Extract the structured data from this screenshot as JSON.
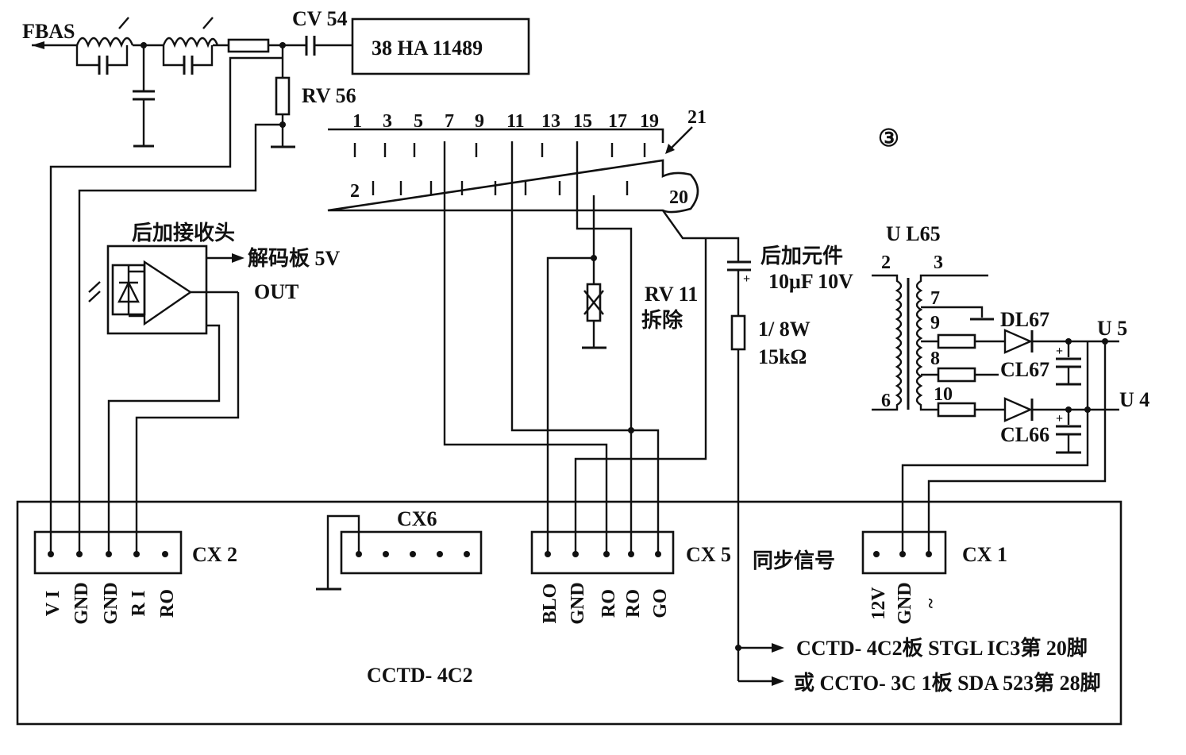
{
  "labels": {
    "fbas": "FBAS",
    "cv54": "CV 54",
    "ha_chip": "38  HA 11489",
    "rv56": "RV 56",
    "circle_num": "③",
    "scart_top_pins": [
      "1",
      "3",
      "5",
      "7",
      "9",
      "11",
      "13",
      "15",
      "17",
      "19"
    ],
    "scart_pin21": "21",
    "scart_pin2": "2",
    "scart_pin20": "20",
    "receiver_title": "后加接收头",
    "decoder_5v": "解码板 5V",
    "out": "OUT",
    "rv11": "RV 11",
    "rv11_removed": "拆除",
    "added_parts": "后加元件",
    "cap_value": "10μF 10V",
    "res_power": "1/  8W",
    "res_value": "15kΩ",
    "ul65": "U L65",
    "ul65_pins": {
      "p2": "2",
      "p3": "3",
      "p7": "7",
      "p9": "9",
      "p8": "8",
      "p10": "10",
      "p6": "6"
    },
    "dl67": "DL67",
    "cl67": "CL67",
    "cl66": "CL66",
    "u5": "U 5",
    "u4": "U 4",
    "cx2": "CX 2",
    "cx6": "CX6",
    "cx5": "CX 5",
    "cx1": "CX 1",
    "sync_signal": "同步信号",
    "board": "CCTD- 4C2",
    "dest1": "CCTD- 4C2板 STGL  IC3第 20脚",
    "dest2": "或 CCTO- 3C 1板 SDA 523第 28脚"
  },
  "cx2_pins": [
    "V I",
    "GND",
    "GND",
    "R I",
    "RO"
  ],
  "cx5_pins": [
    "BLO",
    "GND",
    "RO",
    "RO",
    "GO"
  ],
  "cx1_pins": [
    "12V",
    "GND",
    "~"
  ]
}
